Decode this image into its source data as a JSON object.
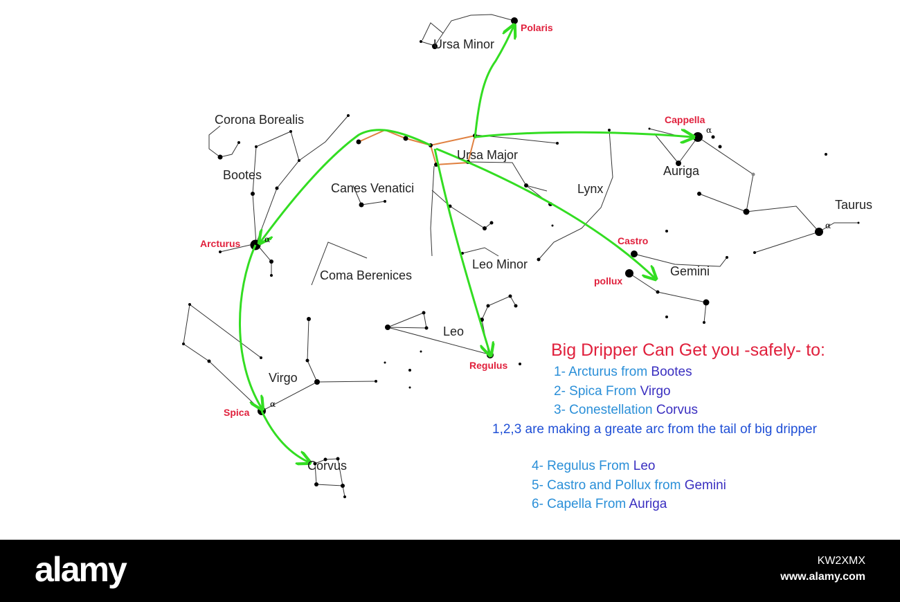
{
  "constellations": {
    "ursa_minor": "Ursa Minor",
    "corona_borealis": "Corona Borealis",
    "bootes": "Bootes",
    "canes_venatici": "Canes Venatici",
    "ursa_major": "Ursa Major",
    "lynx": "Lynx",
    "auriga": "Auriga",
    "taurus": "Taurus",
    "coma_berenices": "Coma Berenices",
    "leo_minor": "Leo Minor",
    "gemini": "Gemini",
    "leo": "Leo",
    "virgo": "Virgo",
    "corvus": "Corvus"
  },
  "stars": {
    "polaris": "Polaris",
    "cappella": "Cappella",
    "arcturus": "Arcturus",
    "castro": "Castro",
    "pollux": "pollux",
    "regulus": "Regulus",
    "spica": "Spica"
  },
  "alpha_symbol": "α",
  "legend": {
    "title": "Big Dripper Can Get you -safely- to:",
    "items": [
      {
        "prefix": "1- Arcturus  from ",
        "target": "Bootes"
      },
      {
        "prefix": "2- Spica  From ",
        "target": "Virgo"
      },
      {
        "prefix": "3- Conestellation ",
        "target": "Corvus"
      }
    ],
    "arc_note": "1,2,3 are making a greate arc from the tail of big dripper",
    "items2": [
      {
        "prefix": "4- Regulus From ",
        "target": "Leo"
      },
      {
        "prefix": "5- Castro and Pollux from ",
        "target": "Gemini"
      },
      {
        "prefix": "6- Capella From ",
        "target": "Auriga"
      }
    ]
  },
  "colors": {
    "arrow": "#33dd22",
    "dipper": "#e08040",
    "star_label": "#e0203c",
    "legend_light": "#2a8fd8",
    "legend_dark": "#3a2fc0"
  },
  "watermark": {
    "brand": "alamy",
    "code": "KW2XMX",
    "url": "www.alamy.com"
  }
}
